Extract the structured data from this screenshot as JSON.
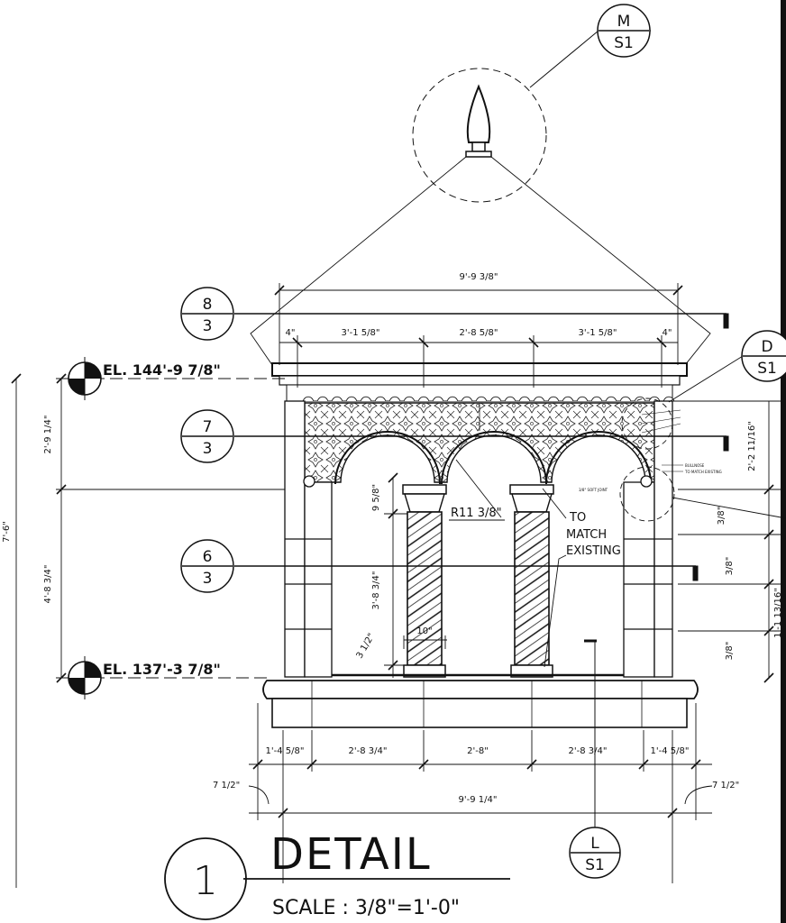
{
  "title": "DETAIL",
  "scale": "SCALE : 3/8\"=1'-0\"",
  "detail_number": "1",
  "elevations": {
    "upper": "EL. 144'-9 7/8\"",
    "lower": "EL. 137'-3 7/8\""
  },
  "section_bubbles": {
    "s8": {
      "top": "8",
      "bottom": "3"
    },
    "s7": {
      "top": "7",
      "bottom": "3"
    },
    "s6": {
      "top": "6",
      "bottom": "3"
    }
  },
  "detail_bubbles": {
    "m": {
      "top": "M",
      "bottom": "S1"
    },
    "d": {
      "top": "D",
      "bottom": "S1"
    },
    "l": {
      "top": "L",
      "bottom": "S1"
    }
  },
  "annotations": {
    "radius": "R11 3/8\"",
    "match_line1": "TO",
    "match_line2": "MATCH",
    "match_line3": "EXISTING",
    "soft_joint": "3/8\" SOFT JOINT",
    "bullnose": "BULLNOSE",
    "to_match_existing": "TO MATCH EXISTING"
  },
  "dimensions": {
    "top_overall": "9'-9 3/8\"",
    "top_4_left": "4\"",
    "top_bay_left": "3'-1 5/8\"",
    "top_bay_mid": "2'-8 5/8\"",
    "top_bay_right": "3'-1 5/8\"",
    "top_4_right": "4\"",
    "bot_1": "1'-4 5/8\"",
    "bot_2": "2'-8 3/4\"",
    "bot_3": "2'-8\"",
    "bot_4": "2'-8 3/4\"",
    "bot_5": "1'-4 5/8\"",
    "bot_overall": "9'-9 1/4\"",
    "bot_left_offset": "7 1/2\"",
    "bot_right_offset": "7 1/2\"",
    "left_overall": "7'-6\"",
    "left_upper": "2'-9 1/4\"",
    "left_lower": "4'-8 3/4\"",
    "column_capital": "9 5/8\"",
    "column_shaft": "3'-8 3/4\"",
    "column_base": "3 1/2\"",
    "column_width": "10\"",
    "right_top": "2'-2 11/16\"",
    "right_a": "3/8\"",
    "right_b": "3/8\"",
    "right_c": "1'-1 13/16\"",
    "right_d": "3/8\""
  }
}
